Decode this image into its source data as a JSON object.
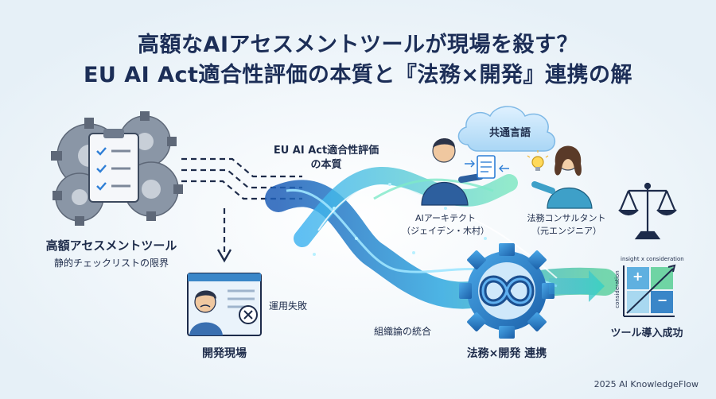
{
  "title": {
    "line1": "高額なAIアセスメントツールが現場を殺す？",
    "line2": "EU AI Act適合性評価の本質と『法務×開発』連携の解"
  },
  "left": {
    "title": "高額アセスメントツール",
    "subtitle": "静的チェックリストの限界"
  },
  "center": {
    "line1": "EU AI Act適合性評価",
    "line2": "の本質"
  },
  "bubble": {
    "label": "共通言語"
  },
  "people": {
    "architect": {
      "role": "AIアーキテクト",
      "name": "（ジェイデン・木村）"
    },
    "consultant": {
      "role": "法務コンサルタント",
      "name": "（元エンジニア）"
    }
  },
  "dev": {
    "failure": "運用失敗",
    "title": "開発現場"
  },
  "org": {
    "label": "組織論の統合"
  },
  "collab": {
    "label": "法務×開発 連携"
  },
  "matrix": {
    "top_label": "insight x consideration",
    "side_label": "consideration",
    "plus": "+",
    "minus": "−"
  },
  "success": {
    "label": "ツール導入成功"
  },
  "footer": {
    "text": "2025 AI KnowledgeFlow"
  },
  "colors": {
    "title": "#1c2e57",
    "accent_blue": "#2f7fd6",
    "cyan": "#39c6e8",
    "green": "#5fd08a",
    "gear": "#8a96a6"
  }
}
